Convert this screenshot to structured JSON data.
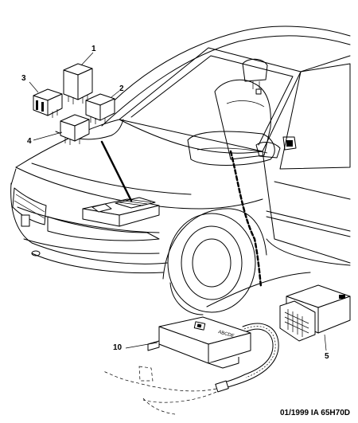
{
  "callouts": {
    "c1": "1",
    "c2": "2",
    "c3": "3",
    "c4": "4",
    "c5": "5",
    "c10": "10"
  },
  "module_label": "ABCDE",
  "footer": {
    "date": "01/1999",
    "code": "IA 65H70D"
  }
}
